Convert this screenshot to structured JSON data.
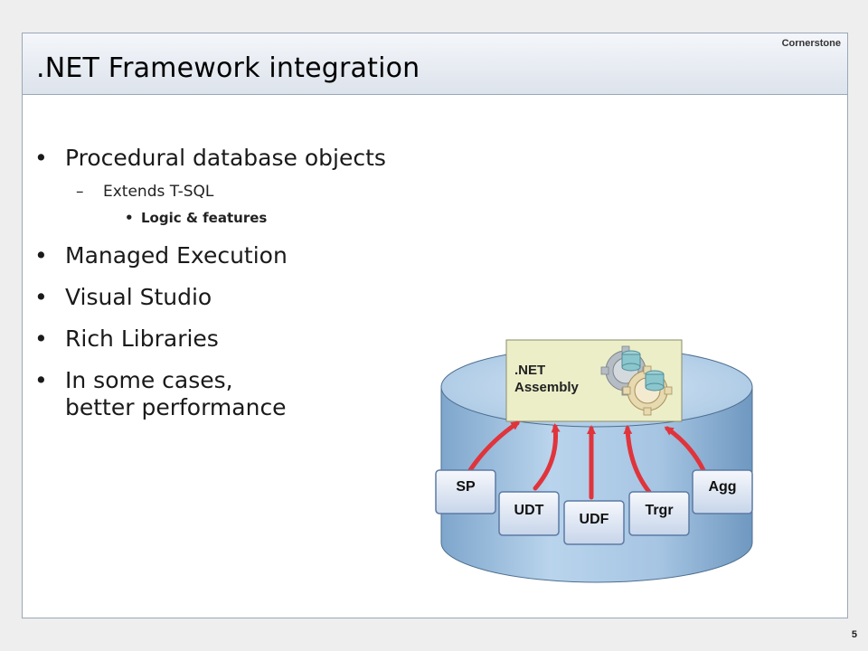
{
  "slide": {
    "title": ".NET Framework integration",
    "brand": "Cornerstone",
    "page_number": "5"
  },
  "bullets": {
    "b1": "Procedural database objects",
    "b1_sub": "Extends T-SQL",
    "b1_subsub": "Logic & features",
    "b2": "Managed Execution",
    "b3": "Visual Studio",
    "b4": "Rich Libraries",
    "b5_line1": "In some cases,",
    "b5_line2": "better performance"
  },
  "diagram": {
    "assembly_line1": ".NET",
    "assembly_line2": "Assembly",
    "objects": {
      "sp": "SP",
      "udt": "UDT",
      "udf": "UDF",
      "trgr": "Trgr",
      "agg": "Agg"
    },
    "colors": {
      "cylinder": "#a8c8e4",
      "assembly_box": "#ecefc8",
      "arrows": "#e0343c",
      "object_boxes": "#dde6f3"
    }
  }
}
